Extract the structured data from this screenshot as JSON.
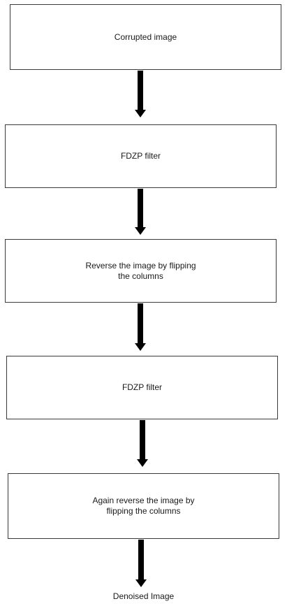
{
  "flowchart": {
    "steps": [
      {
        "label": "Corrupted image"
      },
      {
        "label": "FDZP filter"
      },
      {
        "label": "Reverse the image by flipping\nthe columns"
      },
      {
        "label": "FDZP filter"
      },
      {
        "label": "Again reverse the image by\nflipping the columns"
      }
    ],
    "output": {
      "label": "Denoised Image"
    }
  },
  "colors": {
    "box_border": "#3a3a3a",
    "arrow": "#000000",
    "text": "#1a1a1a",
    "background": "#ffffff"
  }
}
